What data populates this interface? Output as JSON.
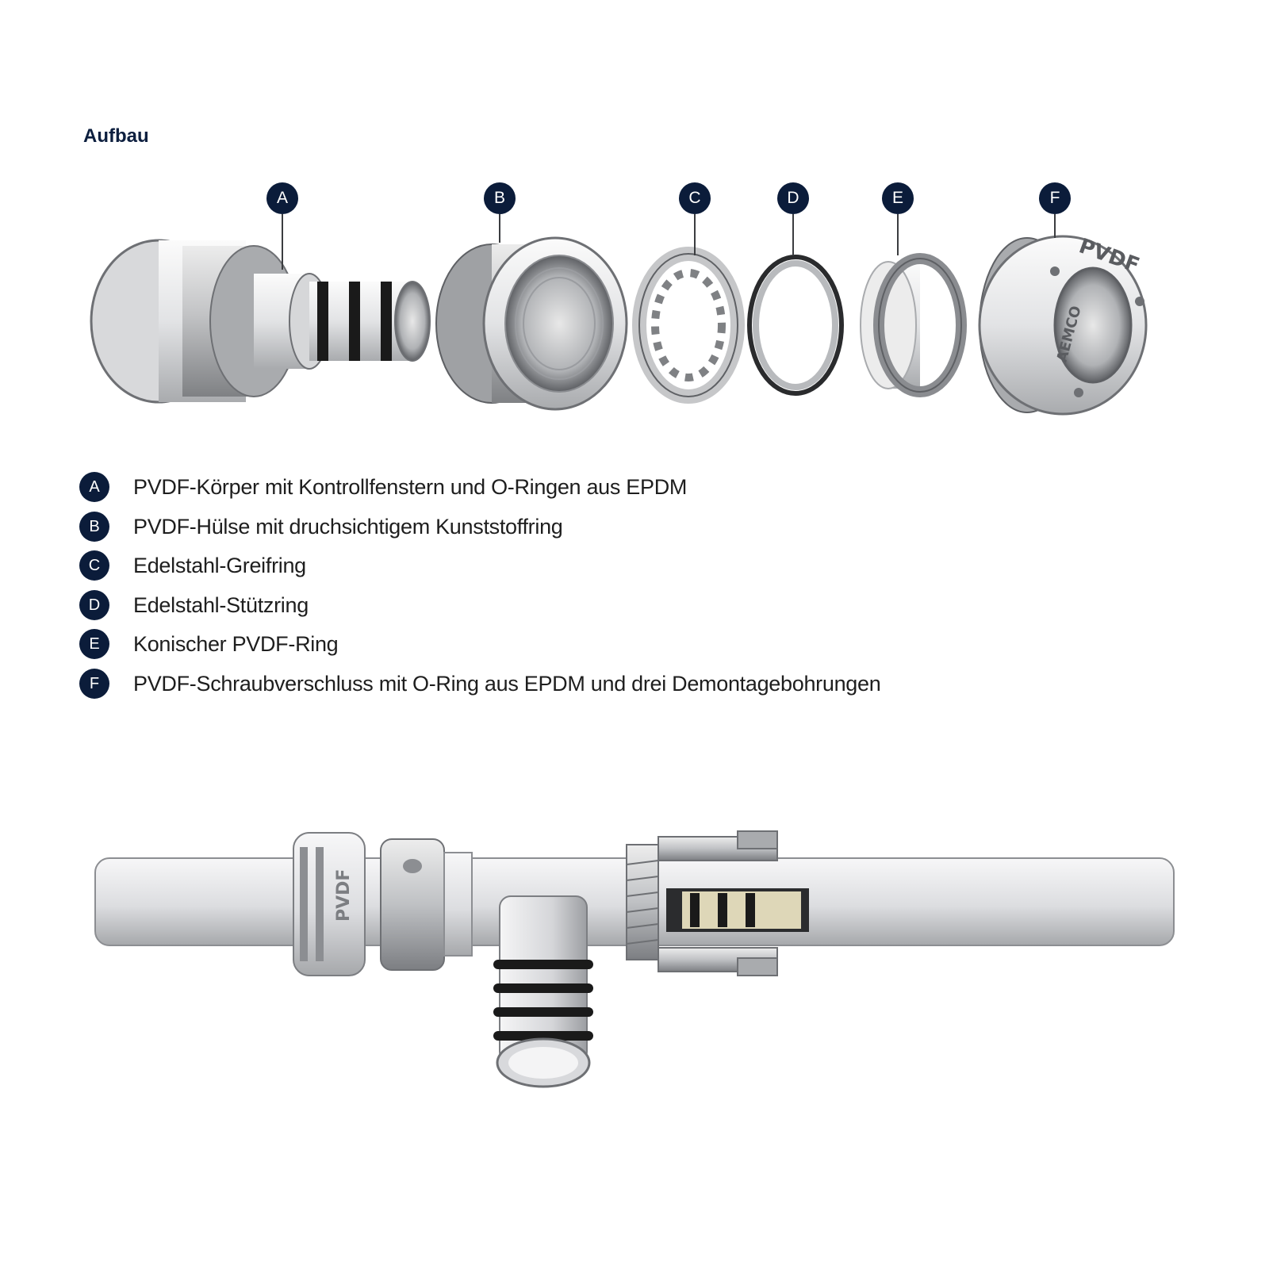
{
  "title": "Aufbau",
  "parts": [
    {
      "letter": "A",
      "description": "PVDF-Körper mit Kontrollfenstern und O-Ringen aus EPDM"
    },
    {
      "letter": "B",
      "description": "PVDF-Hülse mit druchsichtigem Kunststoffring"
    },
    {
      "letter": "C",
      "description": "Edelstahl-Greifring"
    },
    {
      "letter": "D",
      "description": "Edelstahl-Stützring"
    },
    {
      "letter": "E",
      "description": "Konischer PVDF-Ring"
    },
    {
      "letter": "F",
      "description": "PVDF-Schraubverschluss mit O-Ring aus EPDM und drei Demontagebohrungen"
    }
  ],
  "part_f_markings": {
    "material": "PVDF",
    "brand": "AEMCO"
  },
  "assembly_marking": "PVDF",
  "colors": {
    "badge": "#0b1c3a",
    "title": "#0d1f3f",
    "metal": "#b8babd",
    "plastic": "#e6e7e9",
    "seal": "#1a1a1a"
  }
}
